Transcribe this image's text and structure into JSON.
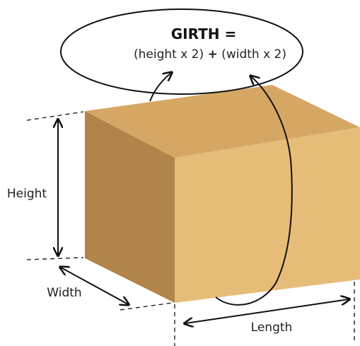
{
  "formula": {
    "title": "GIRTH =",
    "part1": "(height x 2) ",
    "plus": "+",
    "part2": " (width x 2)"
  },
  "labels": {
    "height": "Height",
    "width": "Width",
    "length": "Length"
  },
  "colors": {
    "box_front": "#e6bd78",
    "box_top": "#d6a764",
    "box_side": "#b0844a",
    "line": "#111111"
  }
}
